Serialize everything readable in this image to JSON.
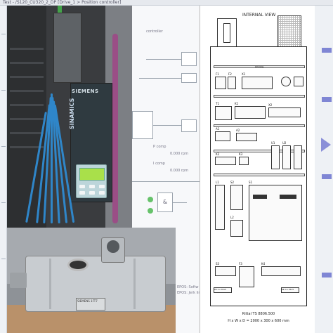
{
  "bg": {
    "titlebar": "Test - /S120_CU320_2_DP [Drive_1 > Position controller]",
    "diagram": {
      "controller_label": "controller",
      "p_comp": "P comp",
      "i_comp": "I comp",
      "val_1": "0.000 rpm",
      "val_2": "0.000 rpm",
      "and_gate": "&",
      "bottom_1": "EPOS: Softw",
      "bottom_2": "EPOS: Jerk lim"
    }
  },
  "drive_photo": {
    "brand": "SIEMENS",
    "model": "SINAMICS"
  },
  "motor_photo": {
    "plate_text": "SIEMENS 1FT7"
  },
  "panel": {
    "title": "INTERNAL VIEW",
    "rail_label": "DIN RAIL",
    "labels": {
      "s1": "S1",
      "s2": "S2",
      "s3": "S3",
      "k1": "K1",
      "k2": "K2",
      "k3": "K3",
      "k4": "K4",
      "f1": "F1",
      "f2": "F2",
      "f3": "F3",
      "x1": "X1",
      "x2": "X2",
      "t1": "T1",
      "a1": "A1",
      "a2": "A2",
      "l1": "L1",
      "l2": "L2",
      "u1": "U1",
      "u2": "U2",
      "pe1": "PE Cu 35x5",
      "pe2": "PE Cu 35x5"
    },
    "footer_1": "Rittal TS 8806.500",
    "footer_2": "H x W x D = 2000 x 300 x 600 mm"
  }
}
